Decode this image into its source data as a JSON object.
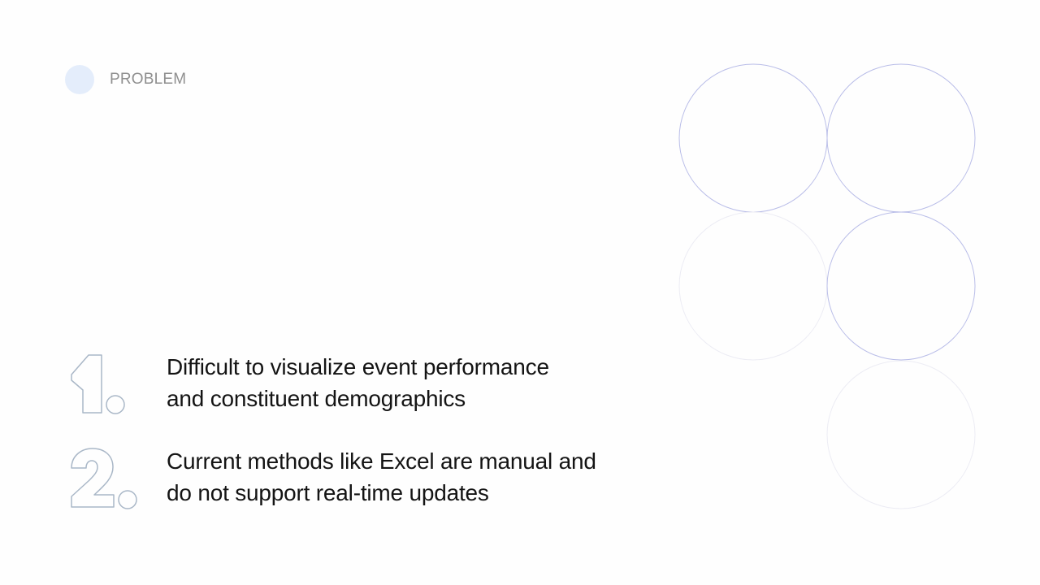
{
  "section": {
    "label": "PROBLEM"
  },
  "points": [
    {
      "numeral": "1.",
      "line1": "Difficult to visualize event performance",
      "line2": "and constituent demographics"
    },
    {
      "numeral": "2.",
      "line1": "Current methods like Excel are manual and",
      "line2": "do not support real-time updates"
    }
  ],
  "colors": {
    "tag_dot": "#e4edfb",
    "numeral_outline": "#a9b7c7",
    "circle_outline": "#b9bde8",
    "circle_outline_faint": "#ececf4"
  }
}
